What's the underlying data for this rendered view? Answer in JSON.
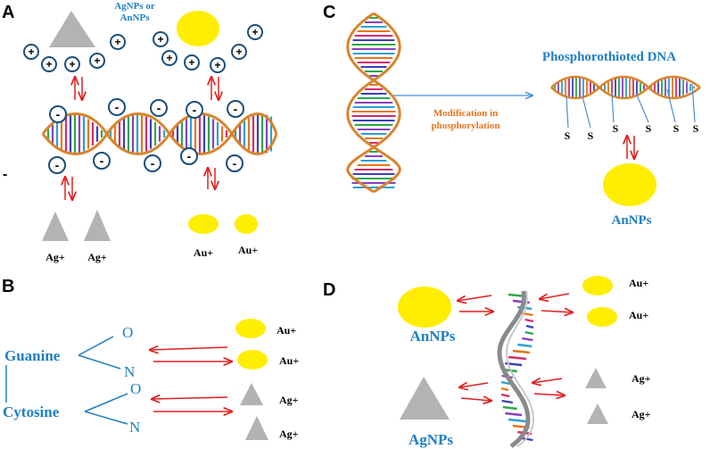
{
  "panels": {
    "a": "A",
    "b": "B",
    "c": "C",
    "d": "D"
  },
  "panel_a": {
    "np_label_line1": "AgNPs or",
    "np_label_line2": "AnNPs",
    "plus_sign": "+",
    "minus_sign": "-",
    "margin_minus": "-",
    "ag_ion_left": "Ag+",
    "ag_ion_right": "Ag+",
    "au_ion_left": "Au+",
    "au_ion_right": "Au+"
  },
  "panel_b": {
    "guanine": "Guanine",
    "cytosine": "Cytosine",
    "guanine_o": "O",
    "guanine_n": "N",
    "cytosine_o": "O",
    "cytosine_n": "N",
    "au_ion_1": "Au+",
    "au_ion_2": "Au+",
    "ag_ion_1": "Ag+",
    "ag_ion_2": "Ag+"
  },
  "panel_c": {
    "title": "Phosphorothioted DNA",
    "modification_line1": "Modification in",
    "modification_line2": "phosphorylation",
    "sulfur": "S",
    "np_label": "AnNPs"
  },
  "panel_d": {
    "annps": "AnNPs",
    "agnps": "AgNPs",
    "au_ion_1": "Au+",
    "au_ion_2": "Au+",
    "ag_ion_1": "Ag+",
    "ag_ion_2": "Ag+"
  },
  "colors": {
    "gold": "#ffee00",
    "silver": "#b3b3b3",
    "label_blue": "#1f7fc4",
    "arrow_red": "#e02020",
    "dna_orange": "#d9842b",
    "circle_navy": "#1b4f7a"
  }
}
